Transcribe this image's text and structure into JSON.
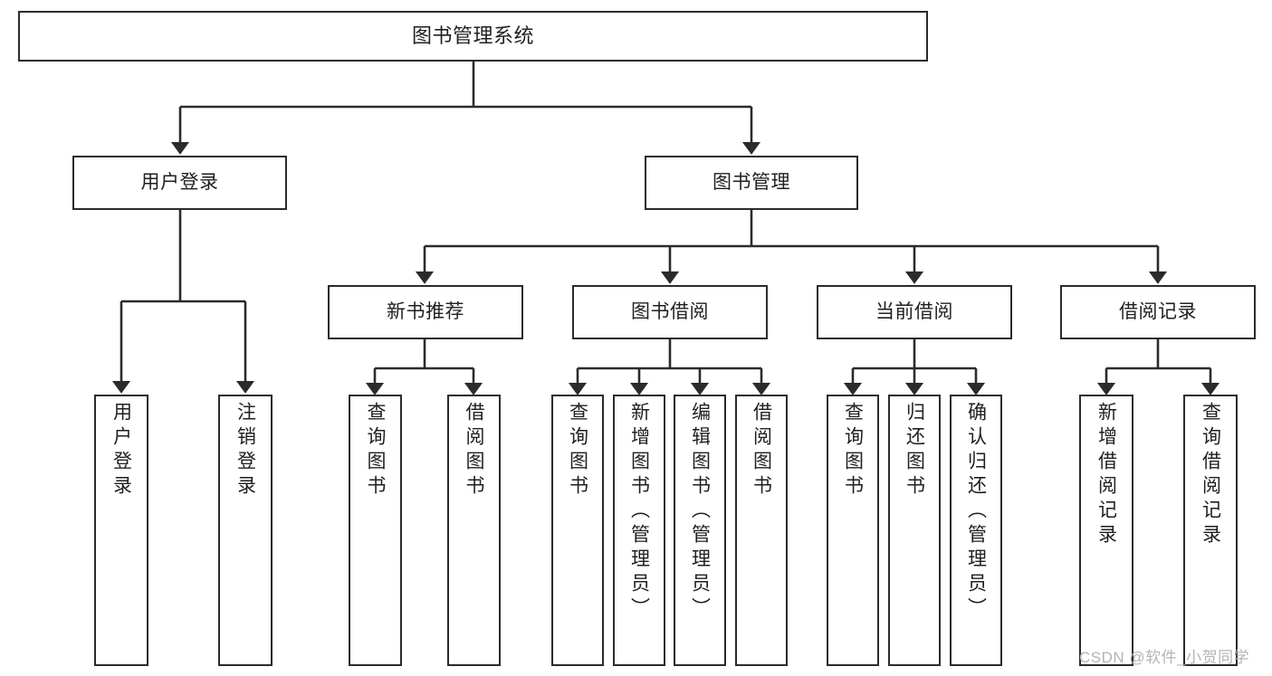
{
  "diagram": {
    "title": "图书管理系统",
    "type": "tree-hierarchy-chart",
    "colors": {
      "box_border": "#2b2b2b",
      "box_fill": "#ffffff",
      "edge": "#2b2b2b",
      "text": "#1f1f1f",
      "watermark": "#b4b4b4",
      "background": "#ffffff"
    },
    "root": {
      "label": "图书管理系统"
    },
    "level2": [
      {
        "label": "用户登录"
      },
      {
        "label": "图书管理"
      }
    ],
    "level3": [
      {
        "label": "新书推荐"
      },
      {
        "label": "图书借阅"
      },
      {
        "label": "当前借阅"
      },
      {
        "label": "借阅记录"
      }
    ],
    "leaves": {
      "user_login": [
        {
          "label": "用户登录"
        },
        {
          "label": "注销登录"
        }
      ],
      "new_book_recommend": [
        {
          "label": "查询图书"
        },
        {
          "label": "借阅图书"
        }
      ],
      "book_borrow": [
        {
          "label": "查询图书"
        },
        {
          "label": "新增图书（管理员）"
        },
        {
          "label": "编辑图书（管理员）"
        },
        {
          "label": "借阅图书"
        }
      ],
      "current_borrow": [
        {
          "label": "查询图书"
        },
        {
          "label": "归还图书"
        },
        {
          "label": "确认归还（管理员）"
        }
      ],
      "borrow_record": [
        {
          "label": "新增借阅记录"
        },
        {
          "label": "查询借阅记录"
        }
      ]
    }
  },
  "watermark": {
    "text": "CSDN @软件_小贺同学"
  }
}
